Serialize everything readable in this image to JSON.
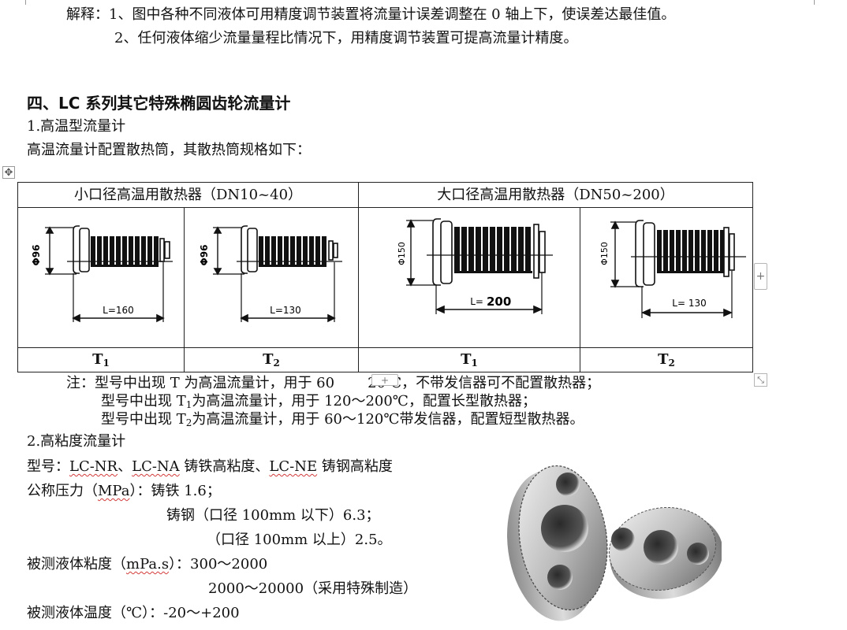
{
  "intro": {
    "label": "解释：",
    "line1": "1、图中各种不同液体可用精度调节装置将流量计误差调整在 0 轴上下，使误差达最佳值。",
    "line2": "2、任何液体缩少流量量程比情况下，用精度调节装置可提高流量计精度。"
  },
  "section4": {
    "title": "四、LC 系列其它特殊椭圆齿轮流量计",
    "sub1": "1.高温型流量计",
    "desc": "高温流量计配置散热筒，其散热筒规格如下："
  },
  "table": {
    "col_left_header": "小口径高温用散热器（DN10~40）",
    "col_right_header": "大口径高温用散热器（DN50~200）",
    "figures": [
      {
        "dia": "Φ96",
        "length": "L=160"
      },
      {
        "dia": "Φ96",
        "length": "L=130"
      },
      {
        "dia": "Φ150",
        "length_prefix": "L=",
        "length_value": "200"
      },
      {
        "dia": "Φ150",
        "length": "L= 130"
      }
    ],
    "labels": [
      "T",
      "T",
      "T",
      "T"
    ],
    "label_subs": [
      "1",
      "2",
      "1",
      "2"
    ]
  },
  "notes": {
    "prefix": "注：",
    "n1_a": "型号中出现 T 为高温流量计，用于 60",
    "n1_b": "20℃，不带发信器可不配置散热器；",
    "n2_a": "型号中出现 T",
    "n2_sub": "1",
    "n2_b": "为高温流量计，用于 120～200℃，配置长型散热器；",
    "n3_a": "型号中出现 T",
    "n3_sub": "2",
    "n3_b": "为高温流量计，用于 60～120℃带发信器，配置短型散热器。"
  },
  "section_visc": {
    "title": "2.高粘度流量计",
    "model_label": "型号：",
    "model_nr": "LC-NR",
    "sep1": "、",
    "model_na": "LC-NA",
    "model_na_desc": " 铸铁高粘度、",
    "model_ne": "LC-NE",
    "model_ne_desc": " 铸钢高粘度",
    "pressure_label_a": "公称压力（",
    "pressure_unit": "MPa",
    "pressure_label_b": "）：铸铁 1.6；",
    "pressure_steel": "铸钢（口径 100mm 以下）6.3；",
    "pressure_steel2": "（口径 100mm 以上）2.5。",
    "visc_label_a": "被测液体粘度（",
    "visc_unit": "mPa.s",
    "visc_label_b": "）：300～2000",
    "visc_range2": "2000～20000（采用特殊制造）",
    "temp": "被测液体温度（℃）：-20～+200"
  },
  "ui": {
    "table_move_glyph": "✥",
    "add_col_glyph": "+",
    "add_row_glyph": "+",
    "resize_glyph": "⤡"
  },
  "colors": {
    "text": "#111111",
    "squiggle": "#d23a3a",
    "gear_light": "#d9d9d9",
    "gear_dark": "#3a3a3a"
  }
}
